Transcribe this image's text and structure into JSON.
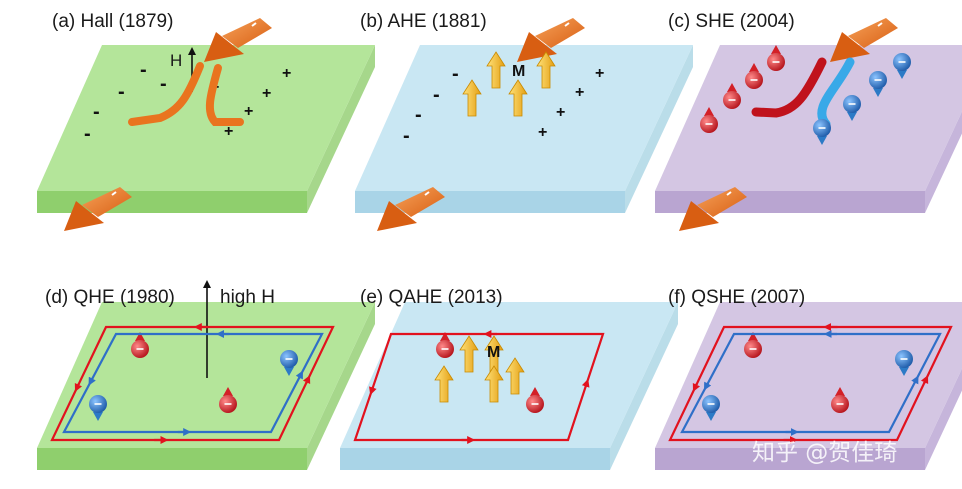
{
  "panels": [
    {
      "id": "a",
      "label": "(a) Hall (1879)",
      "field_label": "H",
      "center_label": ""
    },
    {
      "id": "b",
      "label": "(b) AHE (1881)",
      "field_label": "",
      "center_label": "M"
    },
    {
      "id": "c",
      "label": "(c) SHE (2004)",
      "field_label": "",
      "center_label": ""
    },
    {
      "id": "d",
      "label": "(d) QHE (1980)",
      "field_label": "high H",
      "center_label": ""
    },
    {
      "id": "e",
      "label": "(e) QAHE (2013)",
      "field_label": "",
      "center_label": "M"
    },
    {
      "id": "f",
      "label": "(f) QSHE (2007)",
      "field_label": "",
      "center_label": ""
    }
  ],
  "colors": {
    "green_top": "#b4e59a",
    "green_front": "#8fcf6d",
    "green_side": "#a6d78b",
    "blue_top": "#c9e7f3",
    "blue_front": "#a9d4e7",
    "blue_side": "#badde9",
    "purple_top": "#d4c6e3",
    "purple_front": "#b9a5d1",
    "purple_side": "#c6b5db",
    "current": "#e9741f",
    "edge_red": "#e2121e",
    "edge_blue": "#2f6fc8",
    "spin_red": "#d32027",
    "spin_blue": "#2c7ac6",
    "moment": "#f0b81e"
  },
  "watermark": "知乎 @贺佳琦"
}
